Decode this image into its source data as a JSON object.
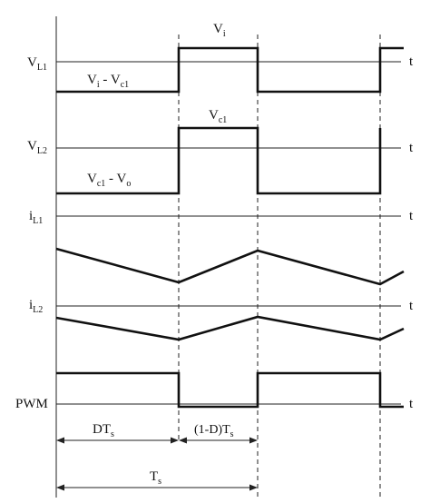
{
  "signals": {
    "vl1": {
      "name": "V",
      "sub": "L1",
      "axis": "t",
      "on_label": {
        "main": "V",
        "sub": "i"
      },
      "off_label": {
        "p1": "V",
        "s1": "i",
        "mid": " - V",
        "s2": "c1"
      }
    },
    "vl2": {
      "name": "V",
      "sub": "L2",
      "axis": "t",
      "on_label": {
        "main": "V",
        "sub": "c1"
      },
      "off_label": {
        "p1": "V",
        "s1": "c1",
        "mid": " - V",
        "s2": "o"
      }
    },
    "il1": {
      "name": "i",
      "sub": "L1",
      "axis": "t"
    },
    "il2": {
      "name": "i",
      "sub": "L2",
      "axis": "t"
    },
    "pwm": {
      "name": "PWM",
      "axis": "t"
    }
  },
  "intervals": {
    "on": {
      "main": "DT",
      "sub": "s"
    },
    "off": {
      "main": "(1-D)T",
      "sub": "s"
    },
    "period": {
      "main": "T",
      "sub": "s"
    }
  },
  "colors": {
    "ink": "#111111",
    "background": "#ffffff"
  }
}
